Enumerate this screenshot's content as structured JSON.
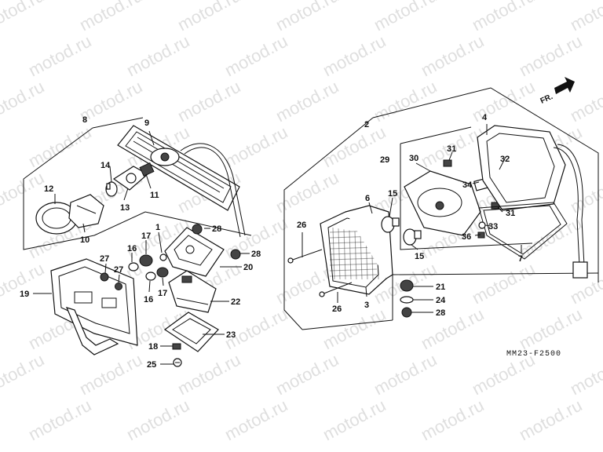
{
  "watermark": {
    "text": "motod.ru"
  },
  "diagram": {
    "code": "MM23-F2500",
    "direction_label": "FR.",
    "callouts": {
      "c1": "1",
      "c2": "2",
      "c3": "3",
      "c4": "4",
      "c6": "6",
      "c7": "7",
      "c8": "8",
      "c9": "9",
      "c10": "10",
      "c11": "11",
      "c12": "12",
      "c13": "13",
      "c14": "14",
      "c15a": "15",
      "c15b": "15",
      "c16a": "16",
      "c16b": "16",
      "c17a": "17",
      "c17b": "17",
      "c18": "18",
      "c19": "19",
      "c20": "20",
      "c21": "21",
      "c22": "22",
      "c23": "23",
      "c24": "24",
      "c25": "25",
      "c26a": "26",
      "c26b": "26",
      "c27a": "27",
      "c27b": "27",
      "c28a": "28",
      "c28b": "28",
      "c28c": "28",
      "c29": "29",
      "c30": "30",
      "c31a": "31",
      "c31b": "31",
      "c32": "32",
      "c33": "33",
      "c34": "34",
      "c36": "36"
    }
  }
}
